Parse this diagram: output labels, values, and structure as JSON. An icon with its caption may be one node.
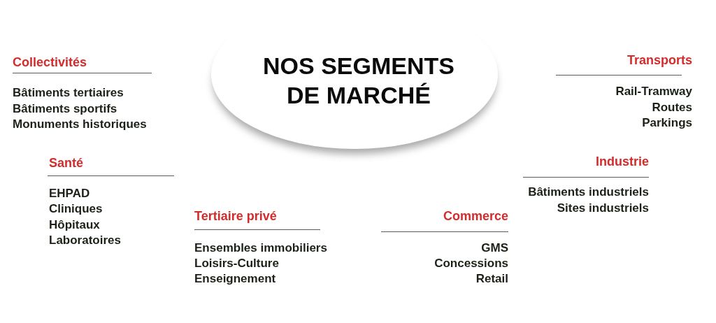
{
  "diagram": {
    "nodes": [
      {
        "text": [
          "NOS SEGMENTS DE MARCHÉ"
        ]
      }
    ],
    "labels": [
      "Collectivités",
      "Bâtiments tertiaires",
      "Bâtiments sportifs",
      "Monuments historiques",
      "Transports",
      "Rail-Tramway",
      "Routes",
      "Parkings",
      "Santé",
      "EHPAD",
      "Cliniques",
      "Hôpitaux",
      "Laboratoires",
      "Industrie",
      "Bâtiments industriels",
      "Sites industriels",
      "Tertiaire privé",
      "Ensembles immobiliers",
      "Loisirs-Culture",
      "Enseignement",
      "Commerce",
      "GMS",
      "Concessions",
      "Retail"
    ]
  }
}
